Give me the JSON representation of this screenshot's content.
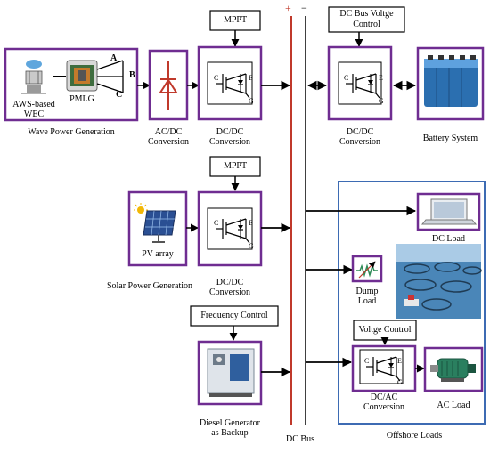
{
  "bus": {
    "plus": "+",
    "minus": "−",
    "label": "DC Bus"
  },
  "controls": {
    "mppt_top": "MPPT",
    "mppt_solar": "MPPT",
    "dc_bus_voltage_line1": "DC Bus Voltge",
    "dc_bus_voltage_line2": "Control",
    "frequency": "Frequency Control",
    "voltage": "Voltge Control"
  },
  "wave": {
    "wec_line1": "AWS-based",
    "wec_line2": "WEC",
    "pmlg": "PMLG",
    "phase_a": "A",
    "phase_b": "B",
    "phase_c": "C",
    "caption": "Wave Power Generation"
  },
  "converters": {
    "acdc_line1": "AC/DC",
    "acdc_line2": "Conversion",
    "dcdc_wave_line1": "DC/DC",
    "dcdc_wave_line2": "Conversion",
    "dcdc_batt_line1": "DC/DC",
    "dcdc_batt_line2": "Conversion",
    "dcdc_solar_line1": "DC/DC",
    "dcdc_solar_line2": "Conversion",
    "dcac_line1": "DC/AC",
    "dcac_line2": "Conversion"
  },
  "switch_pins": {
    "c": "C",
    "e": "E",
    "g": "G"
  },
  "battery": {
    "caption": "Battery System"
  },
  "solar": {
    "pv": "PV array",
    "caption": "Solar Power Generation"
  },
  "diesel": {
    "caption_line1": "Diesel Generator",
    "caption_line2": "as Backup"
  },
  "loads": {
    "title": "Offshore Loads",
    "dc_load": "DC Load",
    "dump_line1": "Dump",
    "dump_line2": "Load",
    "ac_load": "AC Load"
  },
  "colors": {
    "purple_box": "#6f2d91",
    "bus_plus": "#c0392b",
    "bus_minus": "#000000",
    "offshore_border": "#3d6bb3"
  }
}
